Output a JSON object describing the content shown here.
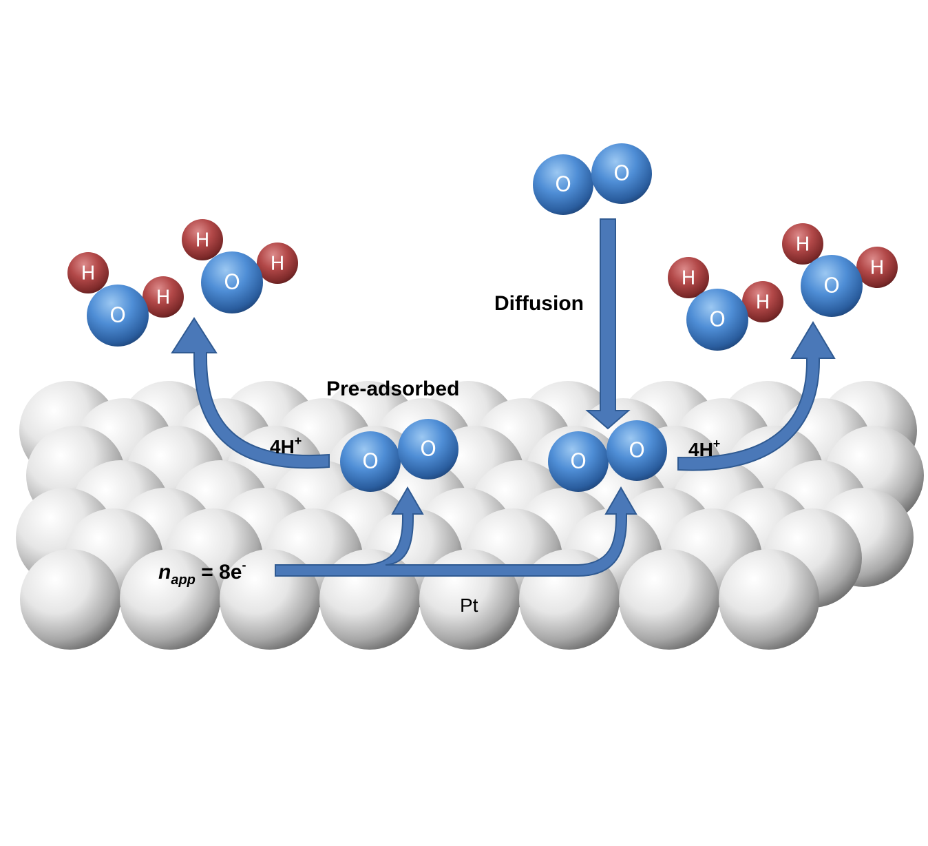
{
  "labels": {
    "pre_adsorbed": "Pre-adsorbed",
    "diffusion": "Diffusion",
    "protons_left": "4H",
    "protons_left_sup": "+",
    "protons_right": "4H",
    "protons_right_sup": "+",
    "electrons_n": "n",
    "electrons_sub": "app",
    "electrons_eq": " = 8e",
    "electrons_sup": "-",
    "surface": "Pt"
  },
  "atoms": {
    "oxygen": "O",
    "hydrogen": "H"
  },
  "colors": {
    "oxygen": "#3f7fcf",
    "hydrogen": "#a63a3a",
    "platinum": "#d9d9d9",
    "arrow": "#4a78b8"
  }
}
